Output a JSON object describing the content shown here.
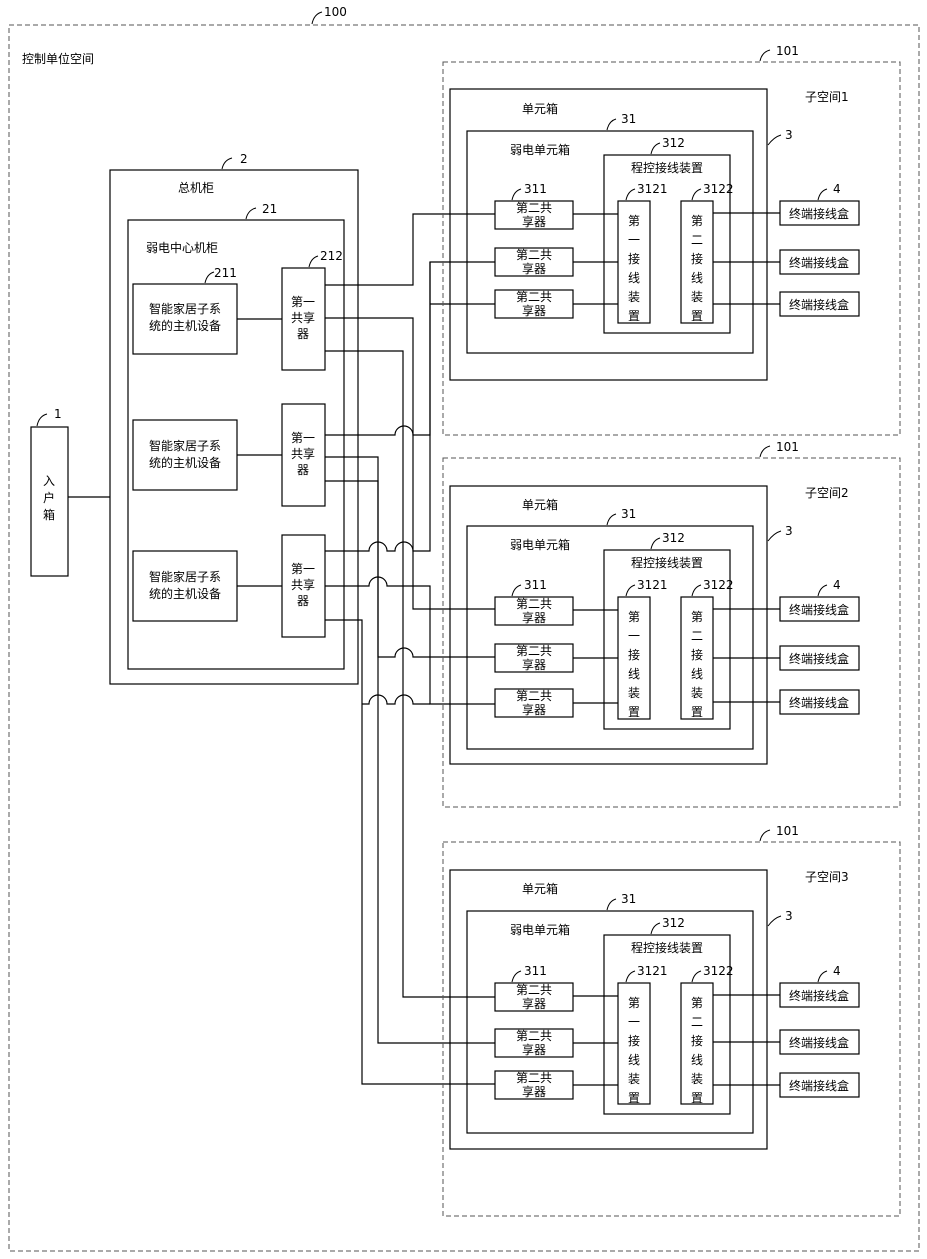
{
  "outer": {
    "ref": "100",
    "label": "控制单位空间"
  },
  "entry_box": {
    "ref": "1",
    "label": "入户箱"
  },
  "main_cabinet": {
    "ref": "2",
    "label": "总机柜"
  },
  "center_cabinet": {
    "ref": "21",
    "label": "弱电中心机柜"
  },
  "host_device": {
    "ref": "211",
    "label": "智能家居子系统的主机设备"
  },
  "first_sharer": {
    "ref": "212",
    "label": "第一共享器"
  },
  "subspaces": [
    {
      "ref": "101",
      "label": "子空间1"
    },
    {
      "ref": "101",
      "label": "子空间2"
    },
    {
      "ref": "101",
      "label": "子空间3"
    }
  ],
  "unit_box": {
    "ref": "3",
    "label": "单元箱"
  },
  "weak_unit_box": {
    "ref": "31",
    "label": "弱电单元箱"
  },
  "wiring_device": {
    "ref": "312",
    "label": "程控接线装置"
  },
  "second_sharer": {
    "ref": "311",
    "label": "第二共享器"
  },
  "first_patch": {
    "ref": "3121",
    "label": "第一接线装置"
  },
  "second_patch": {
    "ref": "3122",
    "label": "第二接线装置"
  },
  "terminal_box": {
    "ref": "4",
    "label": "终端接线盒"
  }
}
